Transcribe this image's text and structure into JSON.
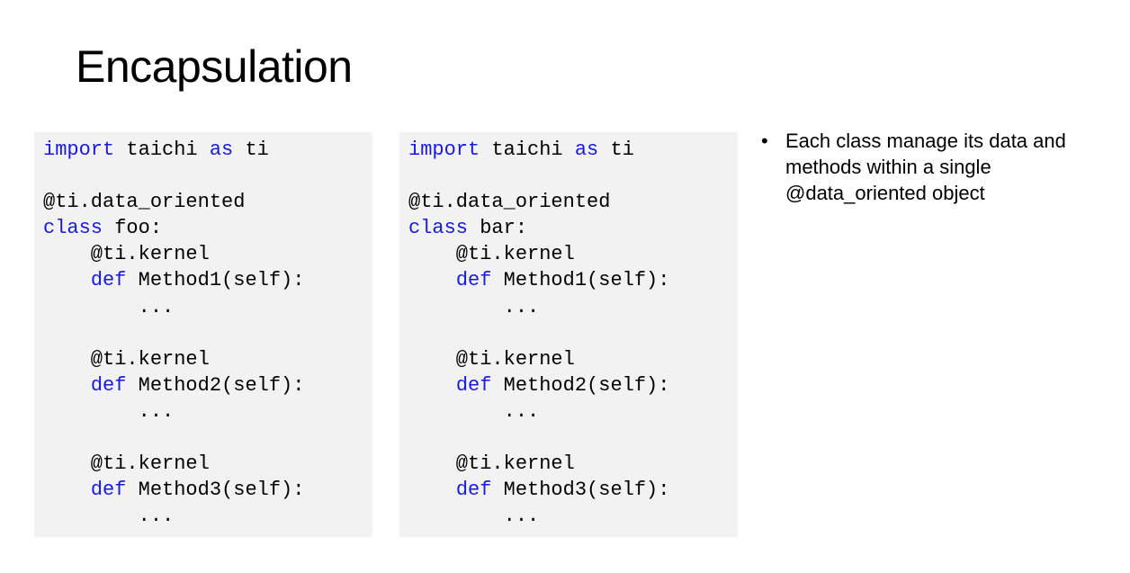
{
  "title": "Encapsulation",
  "panels": [
    {
      "lines": [
        [
          {
            "t": "import",
            "k": true
          },
          {
            "t": " taichi "
          },
          {
            "t": "as",
            "k": true
          },
          {
            "t": " ti"
          }
        ],
        [],
        [
          {
            "t": "@ti.data_oriented"
          }
        ],
        [
          {
            "t": "class",
            "k": true
          },
          {
            "t": " foo:"
          }
        ],
        [
          {
            "t": "    @ti.kernel"
          }
        ],
        [
          {
            "t": "    "
          },
          {
            "t": "def",
            "k": true
          },
          {
            "t": " Method1(self):"
          }
        ],
        [
          {
            "t": "        ..."
          }
        ],
        [],
        [
          {
            "t": "    @ti.kernel"
          }
        ],
        [
          {
            "t": "    "
          },
          {
            "t": "def",
            "k": true
          },
          {
            "t": " Method2(self):"
          }
        ],
        [
          {
            "t": "        ..."
          }
        ],
        [],
        [
          {
            "t": "    @ti.kernel"
          }
        ],
        [
          {
            "t": "    "
          },
          {
            "t": "def",
            "k": true
          },
          {
            "t": " Method3(self):"
          }
        ],
        [
          {
            "t": "        ..."
          }
        ]
      ]
    },
    {
      "lines": [
        [
          {
            "t": "import",
            "k": true
          },
          {
            "t": " taichi "
          },
          {
            "t": "as",
            "k": true
          },
          {
            "t": " ti"
          }
        ],
        [],
        [
          {
            "t": "@ti.data_oriented"
          }
        ],
        [
          {
            "t": "class",
            "k": true
          },
          {
            "t": " bar:"
          }
        ],
        [
          {
            "t": "    @ti.kernel"
          }
        ],
        [
          {
            "t": "    "
          },
          {
            "t": "def",
            "k": true
          },
          {
            "t": " Method1(self):"
          }
        ],
        [
          {
            "t": "        ..."
          }
        ],
        [],
        [
          {
            "t": "    @ti.kernel"
          }
        ],
        [
          {
            "t": "    "
          },
          {
            "t": "def",
            "k": true
          },
          {
            "t": " Method2(self):"
          }
        ],
        [
          {
            "t": "        ..."
          }
        ],
        [],
        [
          {
            "t": "    @ti.kernel"
          }
        ],
        [
          {
            "t": "    "
          },
          {
            "t": "def",
            "k": true
          },
          {
            "t": " Method3(self):"
          }
        ],
        [
          {
            "t": "        ..."
          }
        ]
      ]
    }
  ],
  "bullets": [
    {
      "marker": "•",
      "text": "Each class manage its data and methods within a single @data_oriented object"
    }
  ],
  "colors": {
    "keyword": "#1a1adc",
    "code_background": "#f2f2f2"
  }
}
